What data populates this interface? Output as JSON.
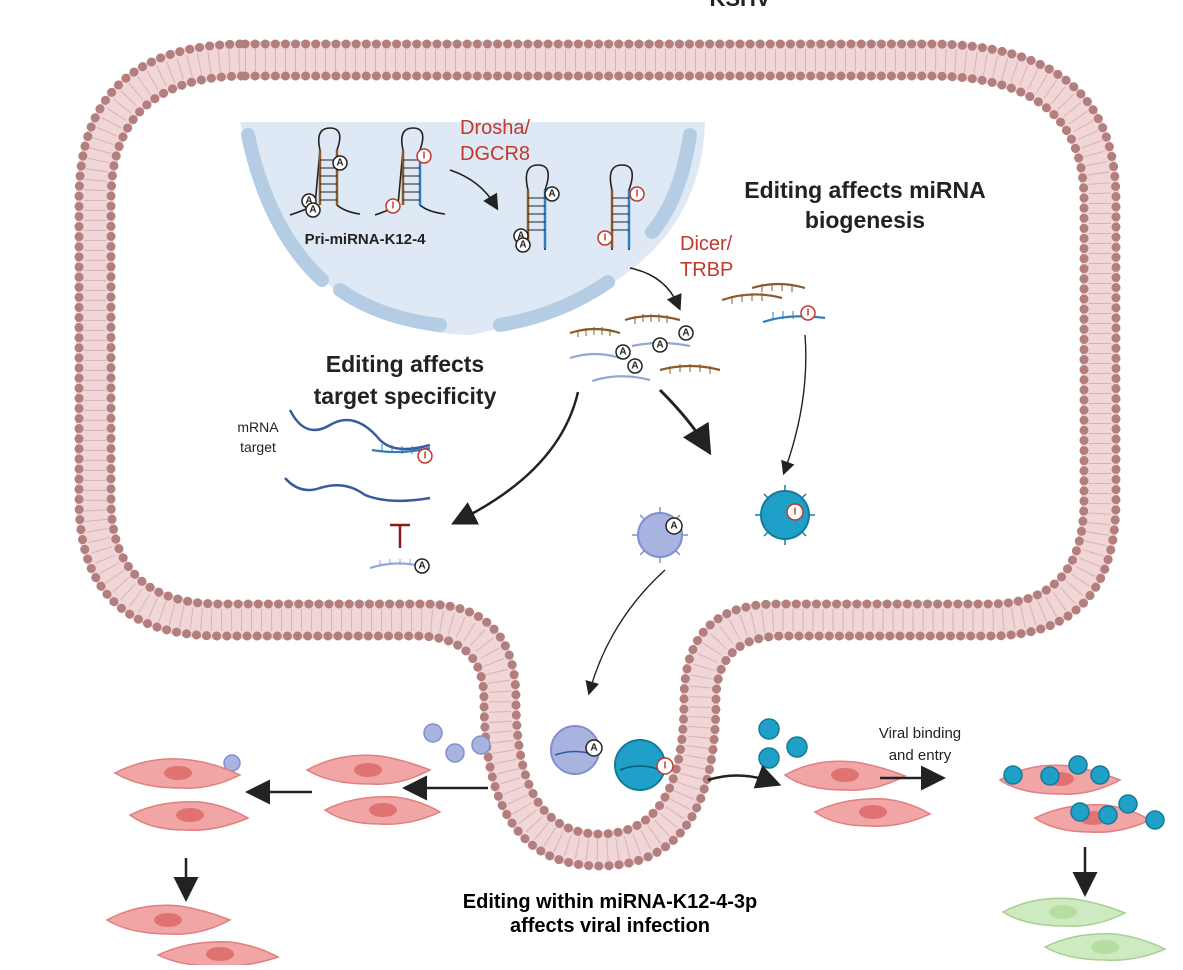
{
  "header_fragment": "KSHV",
  "labels": {
    "pri_mirna": "Pri-miRNA-K12-4",
    "drosha_line1": "Drosha/",
    "drosha_line2": "DGCR8",
    "dicer_line1": "Dicer/",
    "dicer_line2": "TRBP",
    "biogenesis_line1": "Editing affects miRNA",
    "biogenesis_line2": "biogenesis",
    "specificity_line1": "Editing affects",
    "specificity_line2": "target specificity",
    "mrna_line1": "mRNA",
    "mrna_line2": "target",
    "viral_line1": "Viral binding",
    "viral_line2": "and entry",
    "bottom_line1": "Editing within miRNA-K12-4-3p",
    "bottom_line2": "affects viral infection"
  },
  "marks": {
    "adenosine": "A",
    "inosine": "I"
  },
  "colors": {
    "membrane": "#c49a9a",
    "membrane_head": "#b37e7e",
    "nucleus_fill": "#dfe9f5",
    "nucleus_edge": "#b5cde4",
    "strand_brown": "#8a5a2b",
    "strand_blue": "#2f7fbf",
    "strand_lightblue": "#8fa6d6",
    "virus_lavender": "#a9b3e0",
    "virus_cyan": "#1ea0c8",
    "cell_red": "#f2a5a5",
    "cell_green": "#cdeac0",
    "enzyme_red": "#c0392b"
  }
}
